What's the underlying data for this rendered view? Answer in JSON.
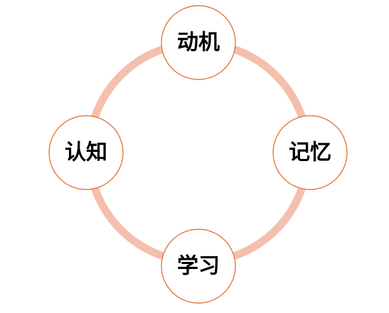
{
  "diagram": {
    "type": "cycle",
    "ring_color": "#f4c0ad",
    "node_border_color": "#d96a2a",
    "node_fill_color": "#ffffff",
    "text_color": "#000000",
    "nodes": [
      {
        "id": "top",
        "label": "动机"
      },
      {
        "id": "right",
        "label": "记忆"
      },
      {
        "id": "bottom",
        "label": "学习"
      },
      {
        "id": "left",
        "label": "认知"
      }
    ]
  }
}
